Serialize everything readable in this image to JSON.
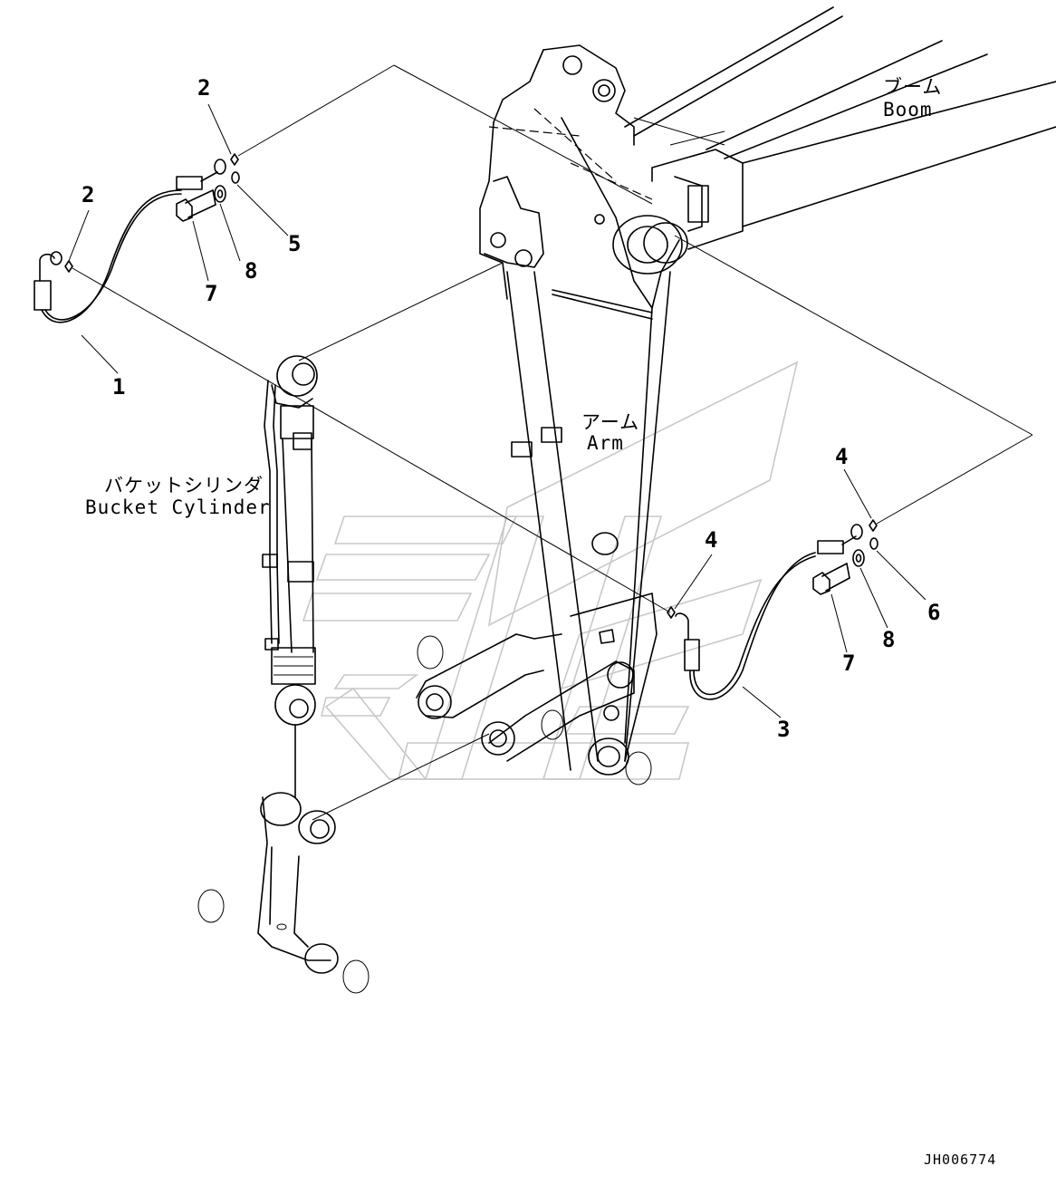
{
  "labels": {
    "boom_jp": "ブーム",
    "boom_en": "Boom",
    "arm_jp": "アーム",
    "arm_en": "Arm",
    "bucket_jp": "バケットシリンダ",
    "bucket_en": "Bucket Cylinder"
  },
  "callouts": {
    "c1": "1",
    "c2a": "2",
    "c2b": "2",
    "c3": "3",
    "c4a": "4",
    "c4b": "4",
    "c5": "5",
    "c6": "6",
    "c7a": "7",
    "c7b": "7",
    "c8a": "8",
    "c8b": "8"
  },
  "drawing_code": "JH006774"
}
